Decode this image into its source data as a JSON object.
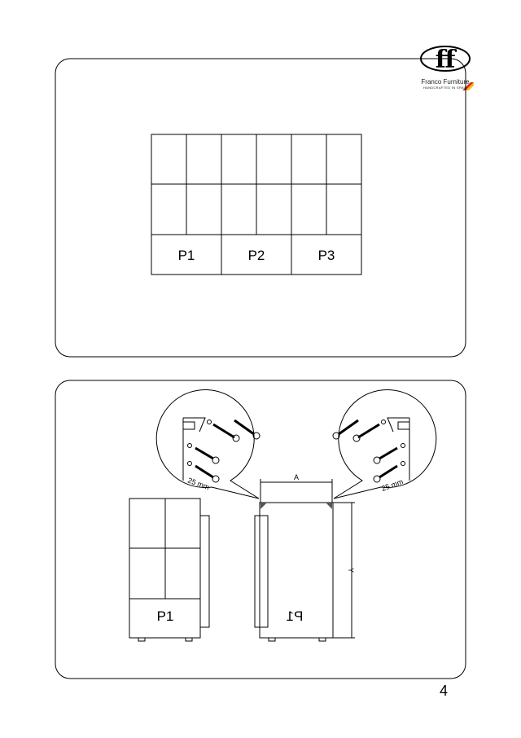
{
  "logo": {
    "brand": "Franco Furniture",
    "tagline": "HANDCRAFTED IN SPAIN",
    "mark": "ff"
  },
  "step1": {
    "panels": [
      "P1",
      "P2",
      "P3"
    ]
  },
  "step2": {
    "panel_label": "P1",
    "mirrored_label": "P1",
    "dim_width": "A",
    "dim_height": "Y",
    "screw_spacing": "25 mm"
  },
  "page_number": "4",
  "colors": {
    "line": "#000000",
    "flag_red": "#d62828",
    "flag_yellow": "#f4c20d"
  }
}
